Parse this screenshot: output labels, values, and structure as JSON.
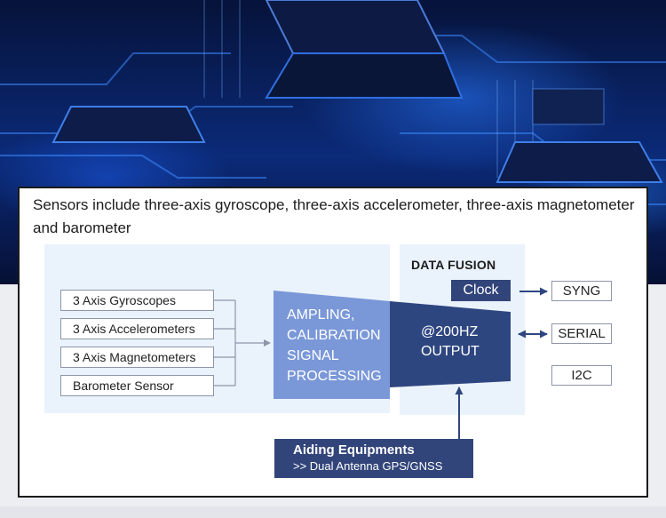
{
  "caption": "Sensors include three-axis gyroscope, three-axis accelerometer, three-axis magnetometer and barometer",
  "sensors": [
    {
      "label": "3 Axis Gyroscopes"
    },
    {
      "label": "3 Axis Accelerometers"
    },
    {
      "label": "3 Axis Magnetometers"
    },
    {
      "label": "Barometer Sensor"
    }
  ],
  "processing": {
    "lines": [
      "AMPLING,",
      "CALIBRATION",
      "SIGNAL",
      "PROCESSING"
    ]
  },
  "output": {
    "lines": [
      "@200HZ",
      "OUTPUT"
    ]
  },
  "fusion": {
    "title": "DATA FUSION",
    "clock": "Clock"
  },
  "outputs": [
    {
      "label": "SYNG"
    },
    {
      "label": "SERIAL"
    },
    {
      "label": "I2C"
    }
  ],
  "aiding": {
    "title": "Aiding Equipments",
    "subtitle": ">> Dual Antenna GPS/GNSS"
  },
  "colors": {
    "light_panel": "#eaf2fc",
    "processing_fill": "#7a98d8",
    "output_fill": "#2e4680",
    "dark_box": "#32457a",
    "connector": "#8d95a8"
  }
}
